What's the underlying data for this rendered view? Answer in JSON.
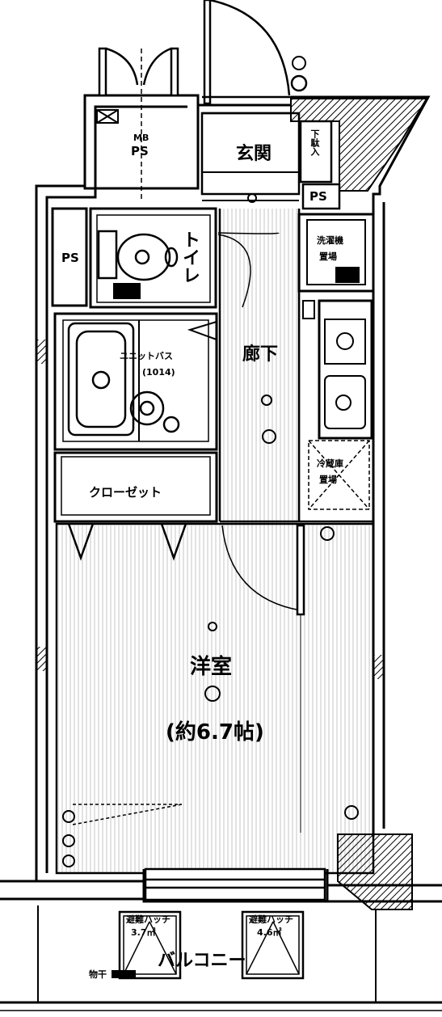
{
  "labels": {
    "mbps_1": "MB",
    "mbps_2": "PS",
    "entrance": "玄関",
    "shoe_box": "下駄入",
    "ps_right": "PS",
    "ps_left": "PS",
    "toilet": "トイレ",
    "washer_1": "洗濯機",
    "washer_2": "置場",
    "unit_bath": "ユニットバス",
    "bath_size": "(1014)",
    "corridor": "廊下",
    "closet": "クローゼット",
    "fridge_1": "冷蔵庫",
    "fridge_2": "置場",
    "room": "洋室",
    "room_size": "(約6.7帖)",
    "balcony": "バルコニー",
    "hatch_left_1": "避難ハッチ",
    "hatch_left_2": "3.7㎡",
    "hatch_right_1": "避難ハッチ",
    "hatch_right_2": "4.6㎡",
    "handrail": "物干"
  },
  "colors": {
    "ink": "#000000",
    "paper": "#ffffff"
  }
}
